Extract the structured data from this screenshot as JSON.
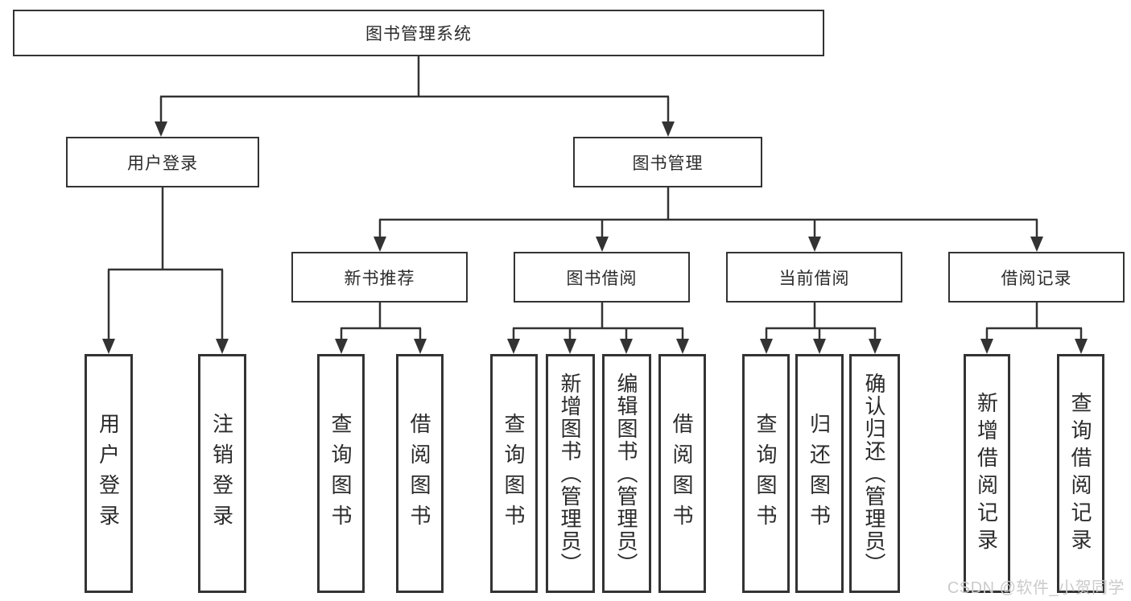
{
  "diagram": {
    "root": {
      "label": "图书管理系统"
    },
    "level2": [
      {
        "label": "用户登录",
        "children": [
          {
            "label": "用户登录"
          },
          {
            "label": "注销登录"
          }
        ]
      },
      {
        "label": "图书管理",
        "children": [
          {
            "label": "新书推荐",
            "children": [
              {
                "label": "查询图书"
              },
              {
                "label": "借阅图书"
              }
            ]
          },
          {
            "label": "图书借阅",
            "children": [
              {
                "label": "查询图书"
              },
              {
                "label": "新增图书（管理员）"
              },
              {
                "label": "编辑图书（管理员）"
              },
              {
                "label": "借阅图书"
              }
            ]
          },
          {
            "label": "当前借阅",
            "children": [
              {
                "label": "查询图书"
              },
              {
                "label": "归还图书"
              },
              {
                "label": "确认归还（管理员）"
              }
            ]
          },
          {
            "label": "借阅记录",
            "children": [
              {
                "label": "新增借阅记录"
              },
              {
                "label": "查询借阅记录"
              }
            ]
          }
        ]
      }
    ]
  },
  "watermark": {
    "text": "CSDN @软件_小贺同学"
  },
  "colors": {
    "line": "#333333",
    "box_border": "#333333",
    "text": "#2b2b2b",
    "background": "#ffffff",
    "watermark": "#cbcbcb"
  }
}
